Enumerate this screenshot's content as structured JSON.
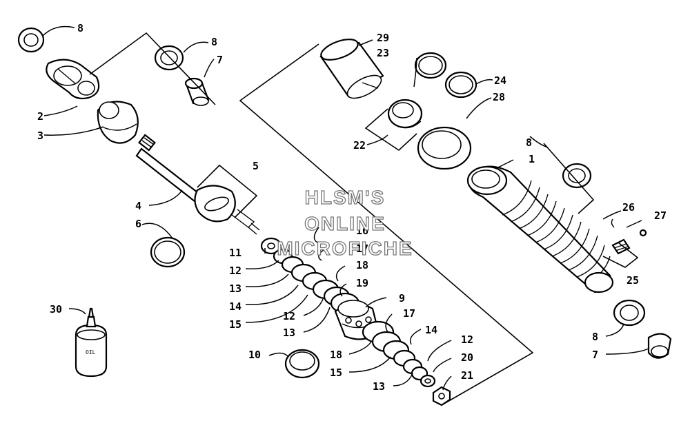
{
  "watermark": {
    "line1": "HLSM'S",
    "line2": "ONLINE",
    "line3": "MICROFICHE"
  },
  "bottle_label": "OIL",
  "callouts": {
    "c_8a": "8",
    "c_8b": "8",
    "c_7a": "7",
    "c_2": "2",
    "c_3": "3",
    "c_5": "5",
    "c_4": "4",
    "c_6": "6",
    "c_29": "29",
    "c_23": "23",
    "c_24": "24",
    "c_28": "28",
    "c_22": "22",
    "c_8c": "8",
    "c_1": "1",
    "c_26": "26",
    "c_27": "27",
    "c_25": "25",
    "c_16": "16",
    "c_17a": "17",
    "c_18a": "18",
    "c_19": "19",
    "c_11": "11",
    "c_12a": "12",
    "c_13a": "13",
    "c_14a": "14",
    "c_15a": "15",
    "c_12b": "12",
    "c_13b": "13",
    "c_9": "9",
    "c_17b": "17",
    "c_14b": "14",
    "c_12c": "12",
    "c_20": "20",
    "c_21": "21",
    "c_10": "10",
    "c_18b": "18",
    "c_15b": "15",
    "c_13c": "13",
    "c_30": "30",
    "c_8d": "8",
    "c_7b": "7"
  }
}
